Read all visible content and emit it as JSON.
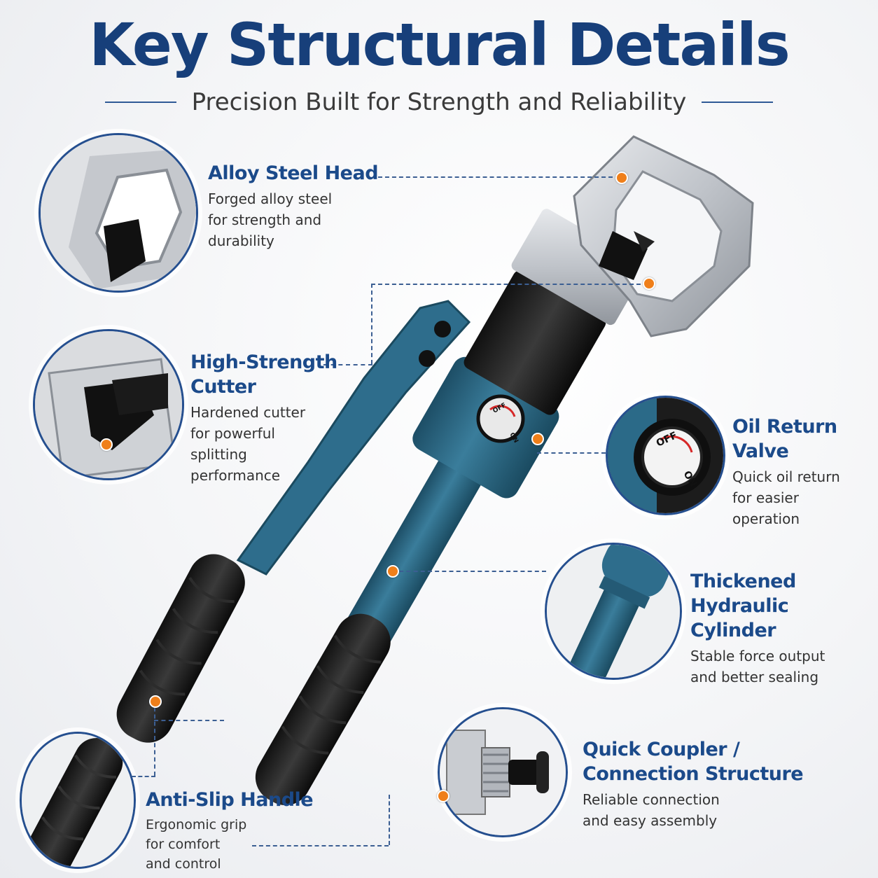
{
  "header": {
    "title": "Key Structural Details",
    "subtitle": "Precision Built for Strength and Reliability"
  },
  "features": [
    {
      "title_lines": [
        "Alloy Steel Head"
      ],
      "desc_lines": [
        "Forged alloy steel",
        "for strength and",
        "durability"
      ]
    },
    {
      "title_lines": [
        "High-Strength",
        "Cutter"
      ],
      "desc_lines": [
        "Hardened cutter",
        "for powerful",
        "splitting",
        "performance"
      ]
    },
    {
      "title_lines": [
        "Oil Return Valve"
      ],
      "desc_lines": [
        "Quick oil return",
        "for easier",
        "operation"
      ]
    },
    {
      "title_lines": [
        "Thickened",
        "Hydraulic Cylinder"
      ],
      "desc_lines": [
        "Stable force output",
        "and better sealing"
      ]
    },
    {
      "title_lines": [
        "Quick Coupler /",
        "Connection Structure"
      ],
      "desc_lines": [
        "Reliable connection",
        "and easy assembly"
      ]
    },
    {
      "title_lines": [
        "Anti-Slip Handle"
      ],
      "desc_lines": [
        "Ergonomic grip",
        "for comfort",
        "and control"
      ]
    }
  ],
  "valve": {
    "off_label": "OFF",
    "on_label": "ON"
  },
  "colors": {
    "title": "#173f7a",
    "accent_blue": "#1b4a8a",
    "tool_teal": "#2e6d8c",
    "dot_orange": "#ef7f1a",
    "steel": "#c9ccd1"
  },
  "icons": [
    "hexagon-head",
    "cutter-blade",
    "valve-knob",
    "cylinder",
    "coupler",
    "grip"
  ]
}
